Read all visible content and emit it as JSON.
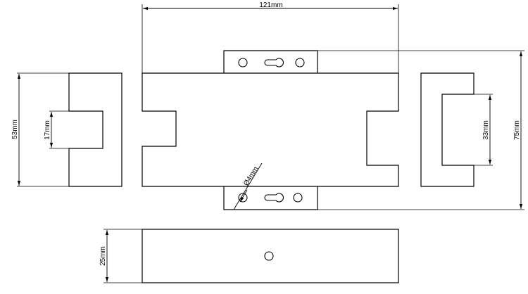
{
  "dimensions": {
    "width_121": "121mm",
    "height_53": "53mm",
    "slot_17": "17mm",
    "slot_33": "33mm",
    "height_75": "75mm",
    "depth_25": "25mm",
    "hole_dia": "Ø4mm"
  }
}
